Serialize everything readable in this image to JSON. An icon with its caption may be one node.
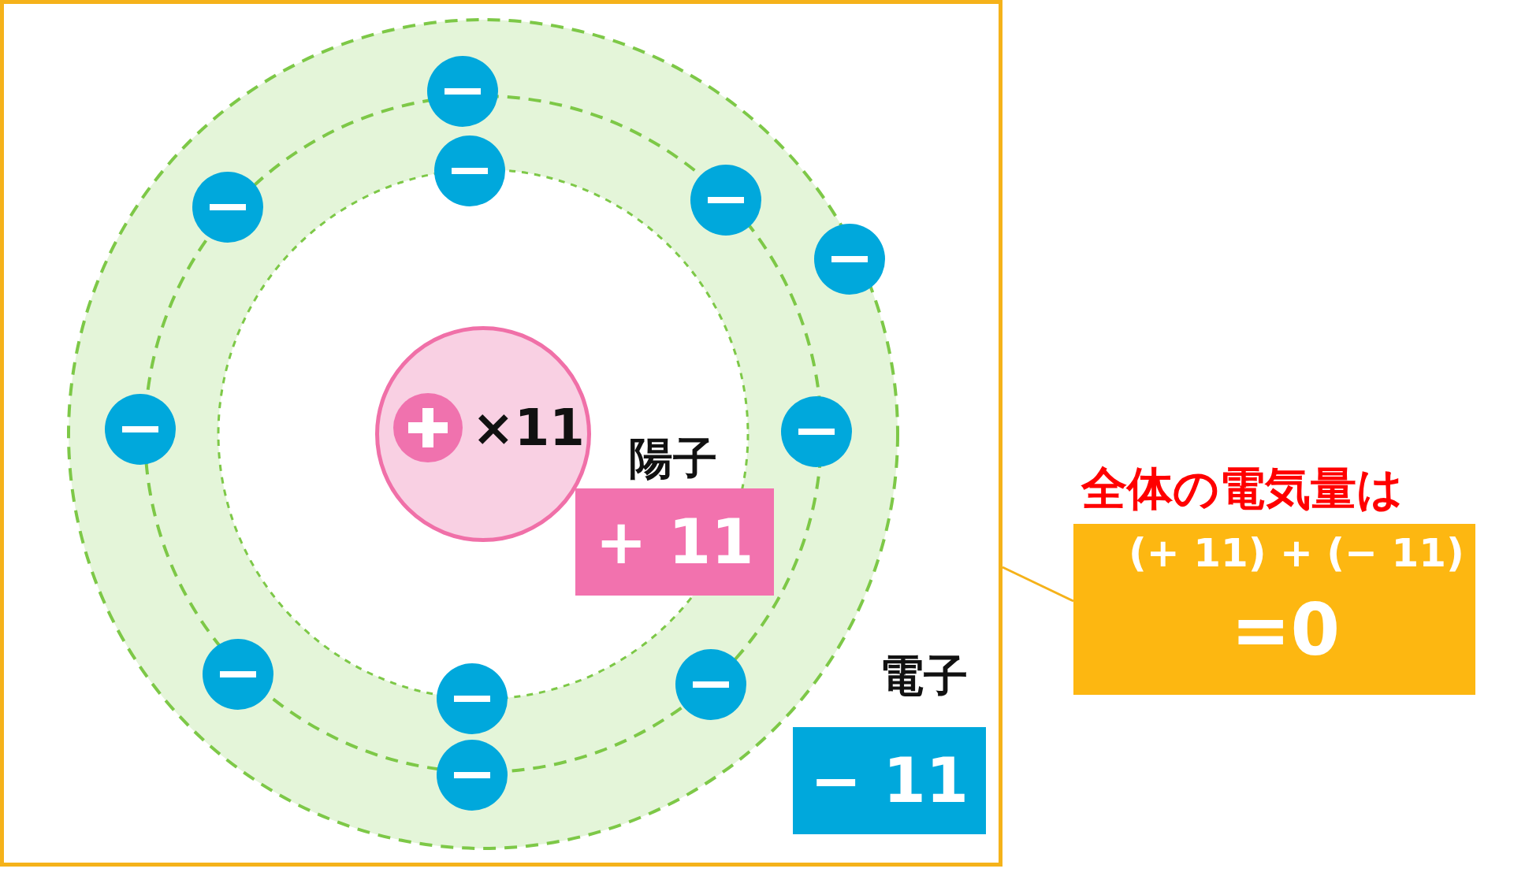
{
  "diagram": {
    "nodes": [
      {
        "text": [],
        "shape": "box"
      },
      {
        "text": [
          "×11"
        ],
        "in": 0
      },
      {
        "text": [],
        "shape": "circle",
        "in": 1
      },
      {
        "text": [
          "+ 11"
        ],
        "beside": [
          "陽子"
        ],
        "in": 0
      },
      {
        "text": [
          "− 11"
        ],
        "beside": [
          "電子"
        ],
        "in": 0
      },
      {
        "text": [],
        "shape": "circle",
        "in": 0
      },
      {
        "text": [],
        "shape": "circle",
        "in": 0
      },
      {
        "text": [],
        "shape": "circle",
        "in": 0
      },
      {
        "text": [],
        "shape": "circle",
        "in": 0
      },
      {
        "text": [],
        "shape": "circle",
        "in": 0
      },
      {
        "text": [],
        "shape": "circle",
        "in": 0
      },
      {
        "text": [],
        "shape": "circle",
        "in": 0
      },
      {
        "text": [],
        "shape": "circle",
        "in": 0
      },
      {
        "text": [],
        "shape": "circle",
        "in": 0
      },
      {
        "text": [],
        "shape": "circle",
        "in": 0
      },
      {
        "text": [],
        "shape": "circle",
        "in": 0
      },
      {
        "text": [
          "全体の電気量は",
          "(+ 11) + (− 11)",
          "=0"
        ]
      }
    ],
    "edges": [
      {
        "from": 0,
        "to": 16,
        "arrow": "none"
      }
    ]
  }
}
